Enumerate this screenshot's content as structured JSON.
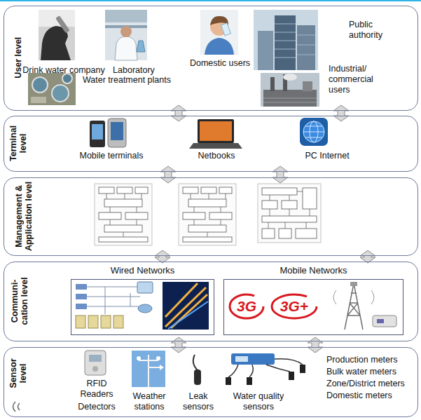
{
  "diagram": {
    "nodes": [
      {
        "text": [
          "User level"
        ]
      },
      {
        "text": [
          "Drink water company"
        ],
        "in": 0
      },
      {
        "text": [
          "Laboratory"
        ],
        "in": 0
      },
      {
        "text": [
          "Domestic users"
        ],
        "in": 0
      },
      {
        "text": [
          "Public authority"
        ],
        "in": 0
      },
      {
        "text": [
          "Water treatment plants"
        ],
        "in": 0
      },
      {
        "text": [
          "Industrial/ commercial users"
        ],
        "in": 0
      },
      {
        "text": [
          "Terminal level"
        ]
      },
      {
        "text": [
          "Mobile terminals"
        ],
        "in": 7
      },
      {
        "text": [
          "Netbooks"
        ],
        "in": 7
      },
      {
        "text": [
          "PC Internet"
        ],
        "in": 7
      },
      {
        "text": [
          "Management & Application level"
        ]
      },
      {
        "text": [
          "Communi- cation level"
        ]
      },
      {
        "text": [
          "Wired Networks"
        ],
        "in": 12
      },
      {
        "text": [
          "Mobile Networks"
        ],
        "in": 12
      },
      {
        "text": [
          "Sensor level"
        ]
      },
      {
        "text": [
          "RFID Readers"
        ],
        "in": 15
      },
      {
        "text": [
          "Detectors"
        ],
        "in": 15
      },
      {
        "text": [
          "Weather stations"
        ],
        "in": 15
      },
      {
        "text": [
          "Leak sensors"
        ],
        "in": 15
      },
      {
        "text": [
          "Water quality sensors"
        ],
        "in": 15
      }
    ],
    "edges": [
      {
        "from": 0,
        "to": 7,
        "arrow": "both"
      },
      {
        "from": 0,
        "to": 7,
        "arrow": "both"
      },
      {
        "from": 7,
        "to": 11,
        "arrow": "both"
      },
      {
        "from": 7,
        "to": 11,
        "arrow": "both"
      },
      {
        "from": 11,
        "to": 12,
        "arrow": "both"
      },
      {
        "from": 11,
        "to": 12,
        "arrow": "both"
      },
      {
        "from": 12,
        "to": 15,
        "arrow": "both"
      },
      {
        "from": 12,
        "to": 15,
        "arrow": "both"
      }
    ],
    "labels": [
      "3G",
      "3G+",
      "Production meters",
      "Bulk water meters",
      "Zone/District meters",
      "Domestic meters"
    ]
  }
}
